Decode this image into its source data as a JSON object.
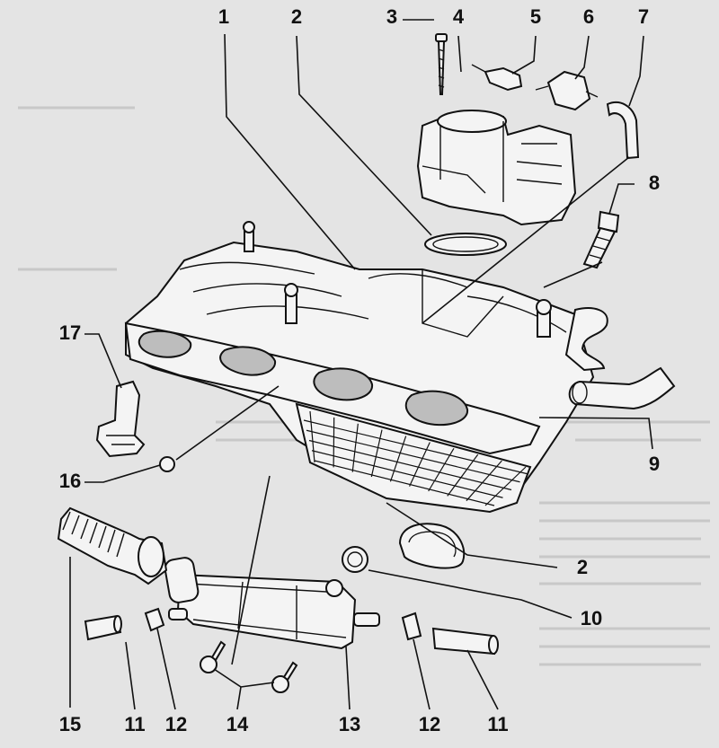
{
  "callouts": [
    {
      "id": "c1",
      "text": "1"
    },
    {
      "id": "c2a",
      "text": "2"
    },
    {
      "id": "c3",
      "text": "3"
    },
    {
      "id": "c4",
      "text": "4"
    },
    {
      "id": "c5",
      "text": "5"
    },
    {
      "id": "c6",
      "text": "6"
    },
    {
      "id": "c7",
      "text": "7"
    },
    {
      "id": "c8",
      "text": "8"
    },
    {
      "id": "c9",
      "text": "9"
    },
    {
      "id": "c2b",
      "text": "2"
    },
    {
      "id": "c10",
      "text": "10"
    },
    {
      "id": "c17",
      "text": "17"
    },
    {
      "id": "c16",
      "text": "16"
    },
    {
      "id": "c15",
      "text": "15"
    },
    {
      "id": "c11a",
      "text": "11"
    },
    {
      "id": "c12a",
      "text": "12"
    },
    {
      "id": "c14",
      "text": "14"
    },
    {
      "id": "c13",
      "text": "13"
    },
    {
      "id": "c12b",
      "text": "12"
    },
    {
      "id": "c11b",
      "text": "11"
    }
  ]
}
